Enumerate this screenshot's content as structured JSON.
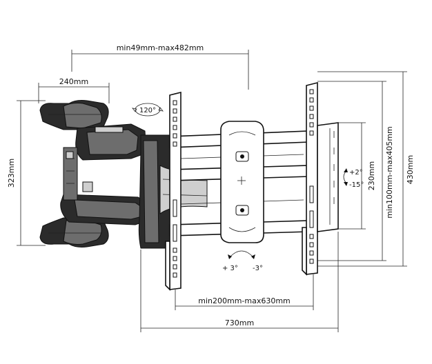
{
  "dimensions": {
    "top_depth": "min49mm-max482mm",
    "arm_width": "240mm",
    "bracket_height": "323mm",
    "swivel": "120°",
    "vesa_width": "min200mm-max630mm",
    "overall_width": "730mm",
    "inner_height": "230mm",
    "vesa_height": "min100mm-max405mm",
    "overall_height": "430mm",
    "tilt_up": "+2°",
    "tilt_down": "-15°",
    "level_plus": "+ 3°",
    "level_minus": "-3°"
  },
  "colors": {
    "line": "#222222",
    "dark_part": "#2b2b2b",
    "mid_part": "#6d6d6d"
  }
}
